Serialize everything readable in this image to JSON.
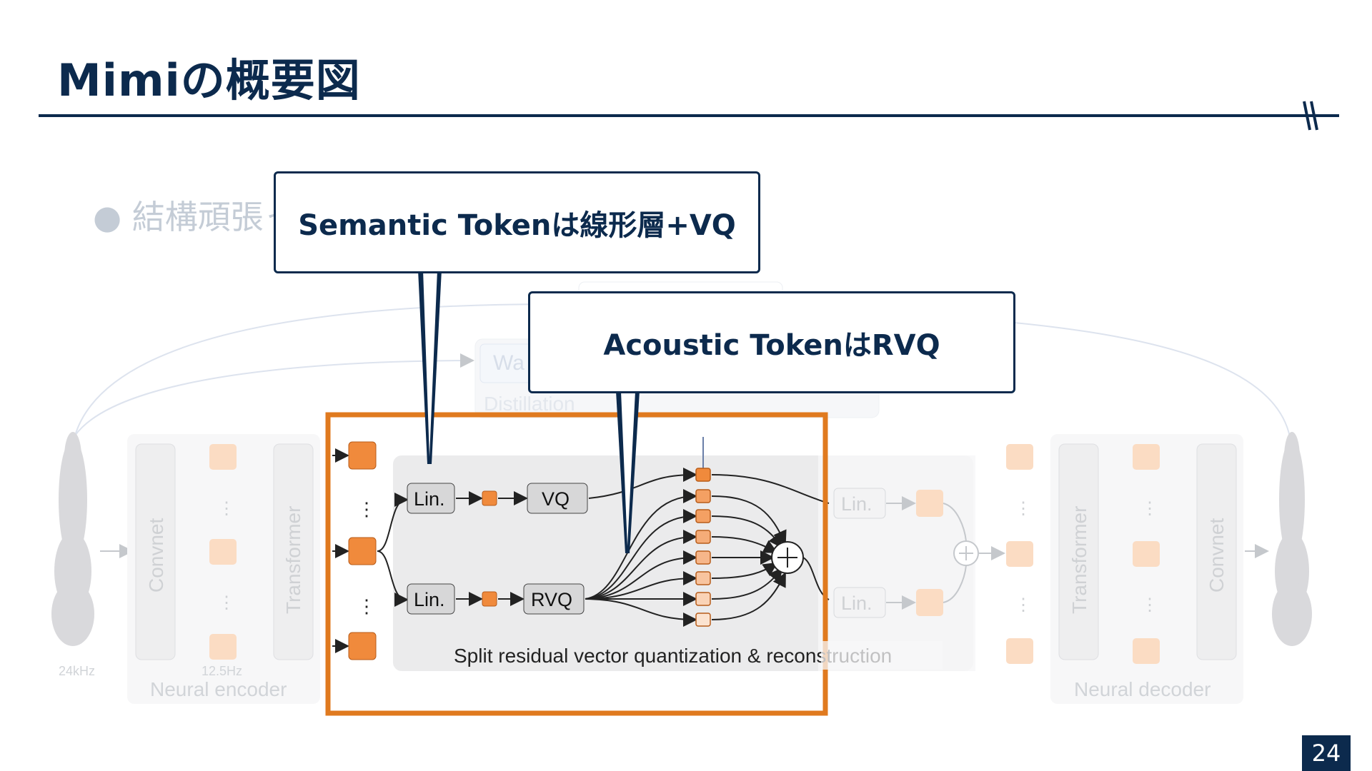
{
  "slide": {
    "title": "Mimiの概要図",
    "bullet_text": "● 結構頑張っ",
    "page_number": "24"
  },
  "callouts": {
    "semantic": "Semantic Tokenは線形層+VQ",
    "acoustic": "Acoustic TokenはRVQ"
  },
  "diagram": {
    "encoder_convnet": "Convnet",
    "encoder_transformer": "Transformer",
    "encoder_caption": "Neural encoder",
    "input_rate": "24kHz",
    "token_rate": "12.5Hz",
    "distill_box_partial": "Wa",
    "distill_label": "Distillation",
    "semantic_lin": "Lin.",
    "semantic_vq": "VQ",
    "acoustic_lin": "Lin.",
    "acoustic_rvq": "RVQ",
    "recon_lin_top": "Lin.",
    "recon_lin_bottom": "Lin.",
    "srvq_caption": "Split residual vector quantization & reconstruction",
    "decoder_transformer": "Transformer",
    "decoder_convnet": "Convnet",
    "decoder_caption": "Neural decoder"
  },
  "colors": {
    "navy": "#0c2a4d",
    "highlight": "#e07a1f",
    "token_orange": "#f08a3c",
    "token_faded": "#fbdcc3"
  }
}
